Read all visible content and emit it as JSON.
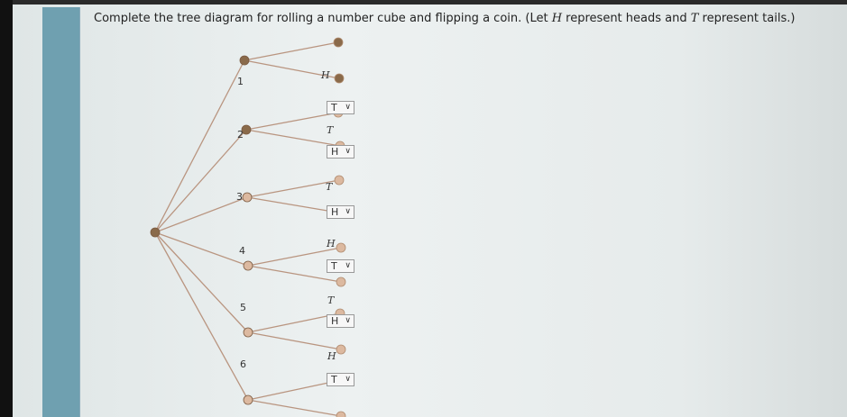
{
  "question": {
    "part1": "Complete the tree diagram for rolling a number cube and flipping a coin. (Let ",
    "var_h": "H",
    "part2": " represent heads and ",
    "var_t": "T",
    "part3": " represent tails.)"
  },
  "tree": {
    "branches": [
      {
        "die": "1",
        "static_label": "H",
        "dropdown": "T"
      },
      {
        "die": "2",
        "static_label": "T",
        "dropdown": "H"
      },
      {
        "die": "3",
        "static_label": "T",
        "dropdown": "H"
      },
      {
        "die": "4",
        "static_label": "H",
        "dropdown": "T"
      },
      {
        "die": "5",
        "static_label": "T",
        "dropdown": "H"
      },
      {
        "die": "6",
        "static_label": "H",
        "dropdown": "T"
      }
    ],
    "dropdown_icon": "chevron-down-icon",
    "colors": {
      "line": "#b99580",
      "node_dark": "#8a6a4a",
      "node_light": "#dcb9a0"
    }
  }
}
